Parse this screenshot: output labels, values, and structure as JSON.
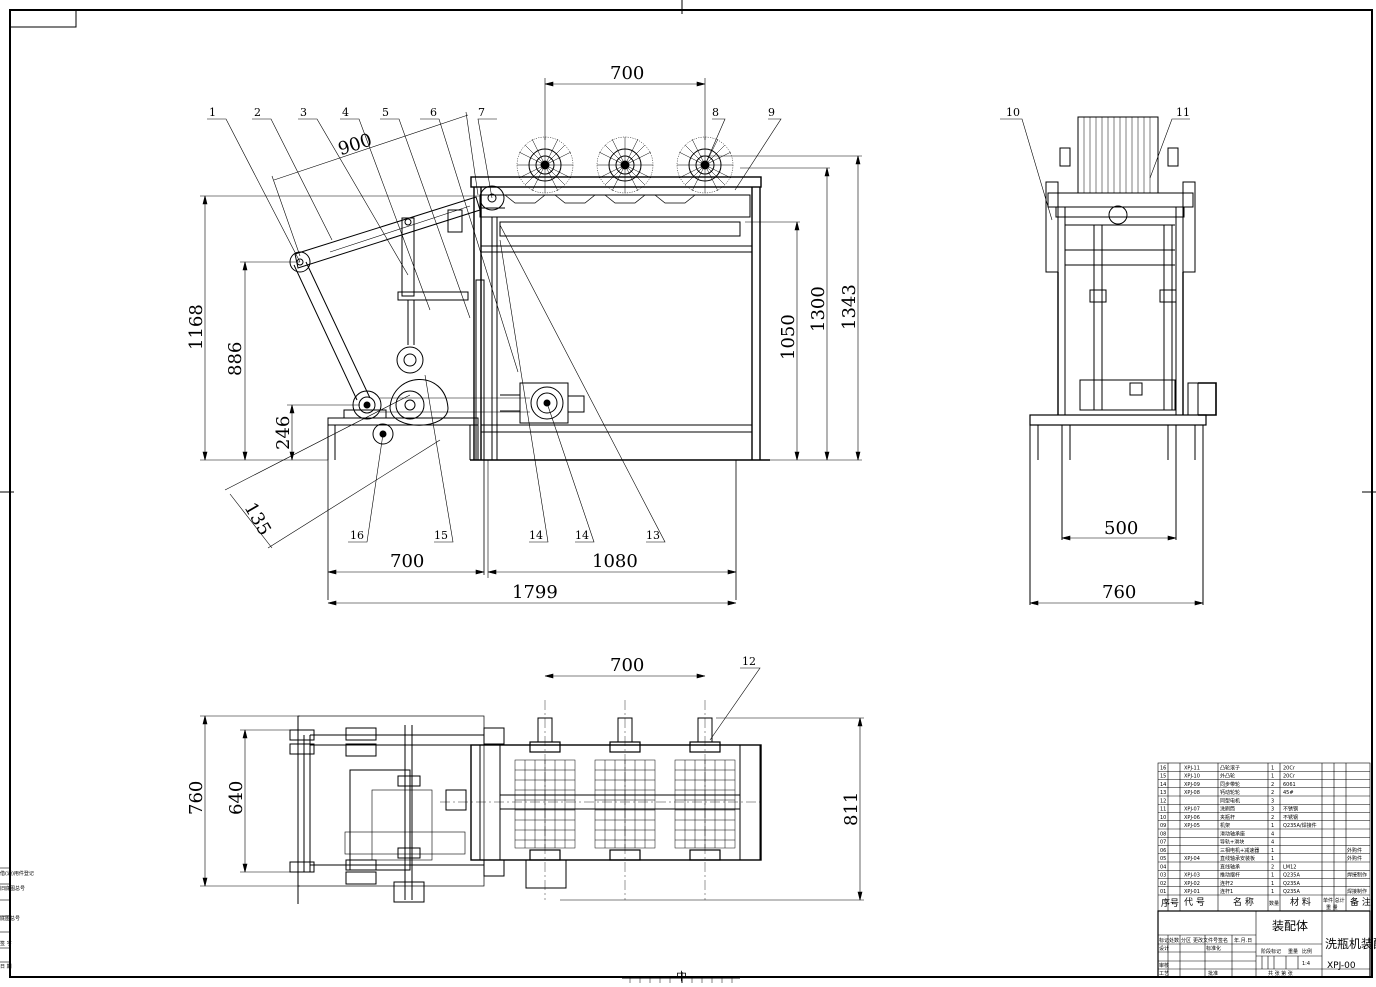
{
  "front_view": {
    "dims": {
      "brush_spacing": "700",
      "arm_length": "900",
      "total_height_left": "1168",
      "pivot_height": "886",
      "drive_height": "246",
      "roller_offset": "135",
      "frame_height_1": "1050",
      "frame_height_2": "1300",
      "frame_height_3": "1343",
      "feed_length": "700",
      "frame_length": "1080",
      "overall_length": "1799"
    },
    "balloons": [
      "1",
      "2",
      "3",
      "4",
      "5",
      "6",
      "7",
      "8",
      "9",
      "13",
      "14",
      "14",
      "15",
      "16"
    ]
  },
  "side_view": {
    "dims": {
      "inner_width": "500",
      "outer_width": "760"
    },
    "balloons": [
      "10",
      "11"
    ]
  },
  "top_view": {
    "dims": {
      "brush_spacing": "700",
      "overall_width": "760",
      "inner_width": "640",
      "depth": "811"
    },
    "balloons": [
      "12"
    ]
  },
  "bom": {
    "rows": [
      {
        "no": "16",
        "code": "XPJ-11",
        "name": "凸轮滚子",
        "qty": "1",
        "mat": "20Cr",
        "note": ""
      },
      {
        "no": "15",
        "code": "XPJ-10",
        "name": "外凸轮",
        "qty": "1",
        "mat": "20Cr",
        "note": ""
      },
      {
        "no": "14",
        "code": "XPJ-09",
        "name": "同步带轮",
        "qty": "2",
        "mat": "6061",
        "note": ""
      },
      {
        "no": "13",
        "code": "XPJ-08",
        "name": "钙动轮轮",
        "qty": "2",
        "mat": "45#",
        "note": ""
      },
      {
        "no": "12",
        "code": "",
        "name": "同型电机",
        "qty": "3",
        "mat": "",
        "note": ""
      },
      {
        "no": "11",
        "code": "XPJ-07",
        "name": "洗刷筒",
        "qty": "3",
        "mat": "不锈钢",
        "note": ""
      },
      {
        "no": "10",
        "code": "XPJ-06",
        "name": "夹瓶杆",
        "qty": "2",
        "mat": "不锈钢",
        "note": ""
      },
      {
        "no": "09",
        "code": "XPJ-05",
        "name": "机架",
        "qty": "1",
        "mat": "Q235A/焊接件",
        "note": ""
      },
      {
        "no": "08",
        "code": "",
        "name": "滑动轴承座",
        "qty": "4",
        "mat": "",
        "note": ""
      },
      {
        "no": "07",
        "code": "",
        "name": "导轨+滑块",
        "qty": "4",
        "mat": "",
        "note": ""
      },
      {
        "no": "06",
        "code": "",
        "name": "三相电机+减速器",
        "qty": "1",
        "mat": "",
        "note": "外购件"
      },
      {
        "no": "05",
        "code": "XPJ-04",
        "name": "直线轴承安装板",
        "qty": "1",
        "mat": "",
        "note": "外购件"
      },
      {
        "no": "04",
        "code": "",
        "name": "直线轴承",
        "qty": "2",
        "mat": "LM12",
        "note": ""
      },
      {
        "no": "03",
        "code": "XPJ-03",
        "name": "推动摆杆",
        "qty": "1",
        "mat": "Q235A",
        "note": "焊接制作"
      },
      {
        "no": "02",
        "code": "XPJ-02",
        "name": "连杆2",
        "qty": "1",
        "mat": "Q235A",
        "note": ""
      },
      {
        "no": "01",
        "code": "XPJ-01",
        "name": "连杆1",
        "qty": "1",
        "mat": "Q235A",
        "note": "焊接制作"
      }
    ],
    "headers": {
      "no": "序号",
      "code": "代 号",
      "name": "名 称",
      "qty": "数量",
      "mat": "材 料",
      "weight": "单件 总计",
      "weight_sub": "重 量",
      "note": "备 注"
    }
  },
  "title_block": {
    "assembly": "装配体",
    "drawing_name": "洗瓶机装配图",
    "drawing_no": "XPJ-00",
    "scale": "1:4",
    "sheet": "共 张 第 张",
    "rev_headers": [
      "标记",
      "处数",
      "分区",
      "更改文件号",
      "签名",
      "年.月.日"
    ],
    "roles": [
      "设计",
      "审核",
      "工艺",
      "标准化",
      "批准"
    ],
    "stage_headers": [
      "阶段标记",
      "重量",
      "比例"
    ]
  },
  "margin_marks": [
    "借(通)用件登记",
    "旧底图总号",
    "底图总号",
    "签 字",
    "日 期"
  ],
  "zone_marks": [
    "中"
  ]
}
